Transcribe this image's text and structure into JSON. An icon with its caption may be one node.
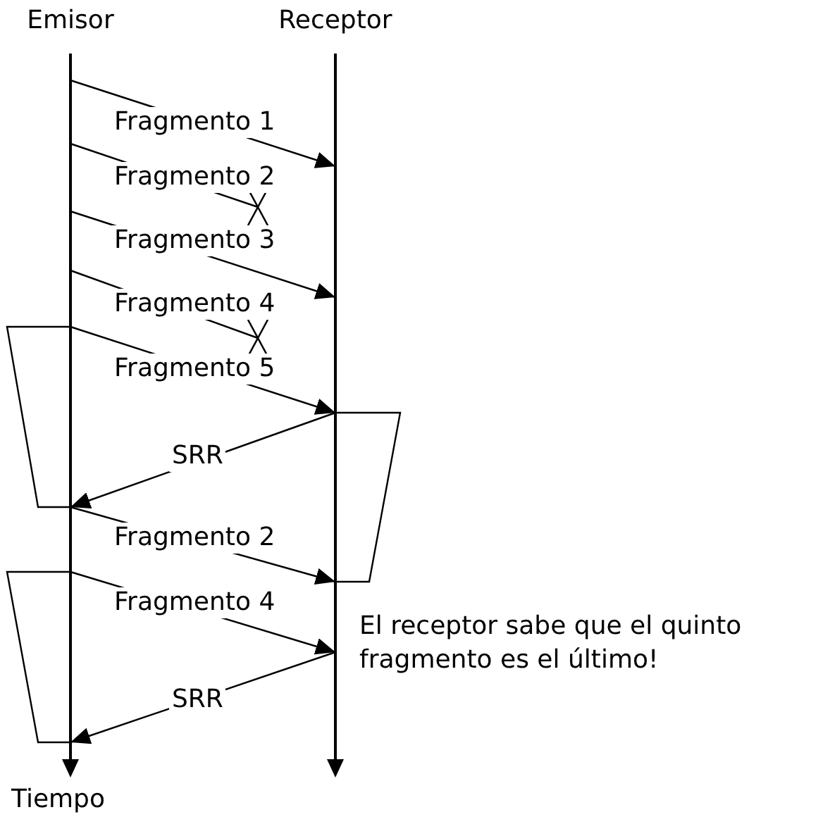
{
  "diagram": {
    "nodes": [
      {
        "text": [
          "Emisor"
        ]
      },
      {
        "text": [
          "Receptor"
        ]
      }
    ],
    "edges": [
      {
        "from": 0,
        "to": 1,
        "arrow": "to",
        "label": "Fragmento 1"
      },
      {
        "from": 0,
        "to": null,
        "arrow": "other",
        "label": "Fragmento 2"
      },
      {
        "from": 0,
        "to": 1,
        "arrow": "to",
        "label": "Fragmento 3"
      },
      {
        "from": 0,
        "to": null,
        "arrow": "other",
        "label": "Fragmento 4"
      },
      {
        "from": 0,
        "to": 1,
        "arrow": "to",
        "label": "Fragmento 5"
      },
      {
        "from": 1,
        "to": 0,
        "arrow": "to",
        "label": "SRR"
      },
      {
        "from": 0,
        "to": 1,
        "arrow": "to",
        "label": "Fragmento 2"
      },
      {
        "from": 0,
        "to": 1,
        "arrow": "to",
        "label": "Fragmento 4"
      },
      {
        "from": 1,
        "to": 0,
        "arrow": "to",
        "label": "SRR"
      }
    ],
    "labels": [
      "El receptor sabe que el quinto fragmento es el último!",
      "Tiempo"
    ]
  }
}
